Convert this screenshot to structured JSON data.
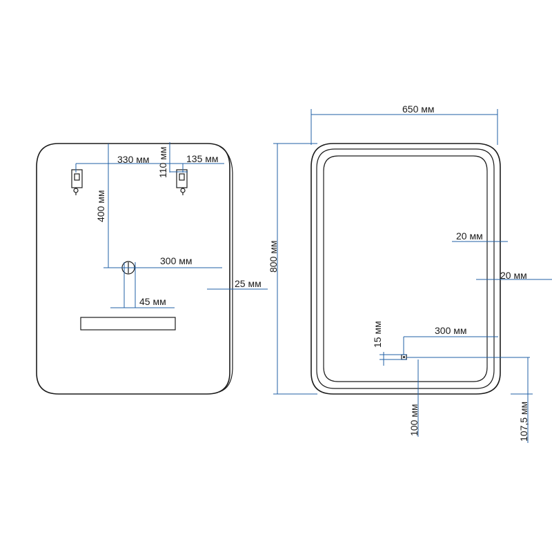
{
  "colors": {
    "outline": "#1a1a1a",
    "dimension": "#1f5fa6",
    "background": "#ffffff"
  },
  "rear_view": {
    "dimensions": {
      "hook_spacing": "330 мм",
      "hook_offset_top": "110 мм",
      "hook_offset_side": "135 мм",
      "hook_to_switch_height": "400 мм",
      "switch_to_edge": "300 мм",
      "switch_diameter": "45 мм",
      "depth": "25 мм"
    }
  },
  "front_view": {
    "dimensions": {
      "width": "650 мм",
      "height": "800 мм",
      "led_inset_side": "20 мм",
      "led_inset_edge": "20 мм",
      "sensor_to_edge": "300 мм",
      "sensor_size": "15 мм",
      "sensor_height": "100 мм",
      "sensor_height_outer": "107,5 мм"
    }
  }
}
